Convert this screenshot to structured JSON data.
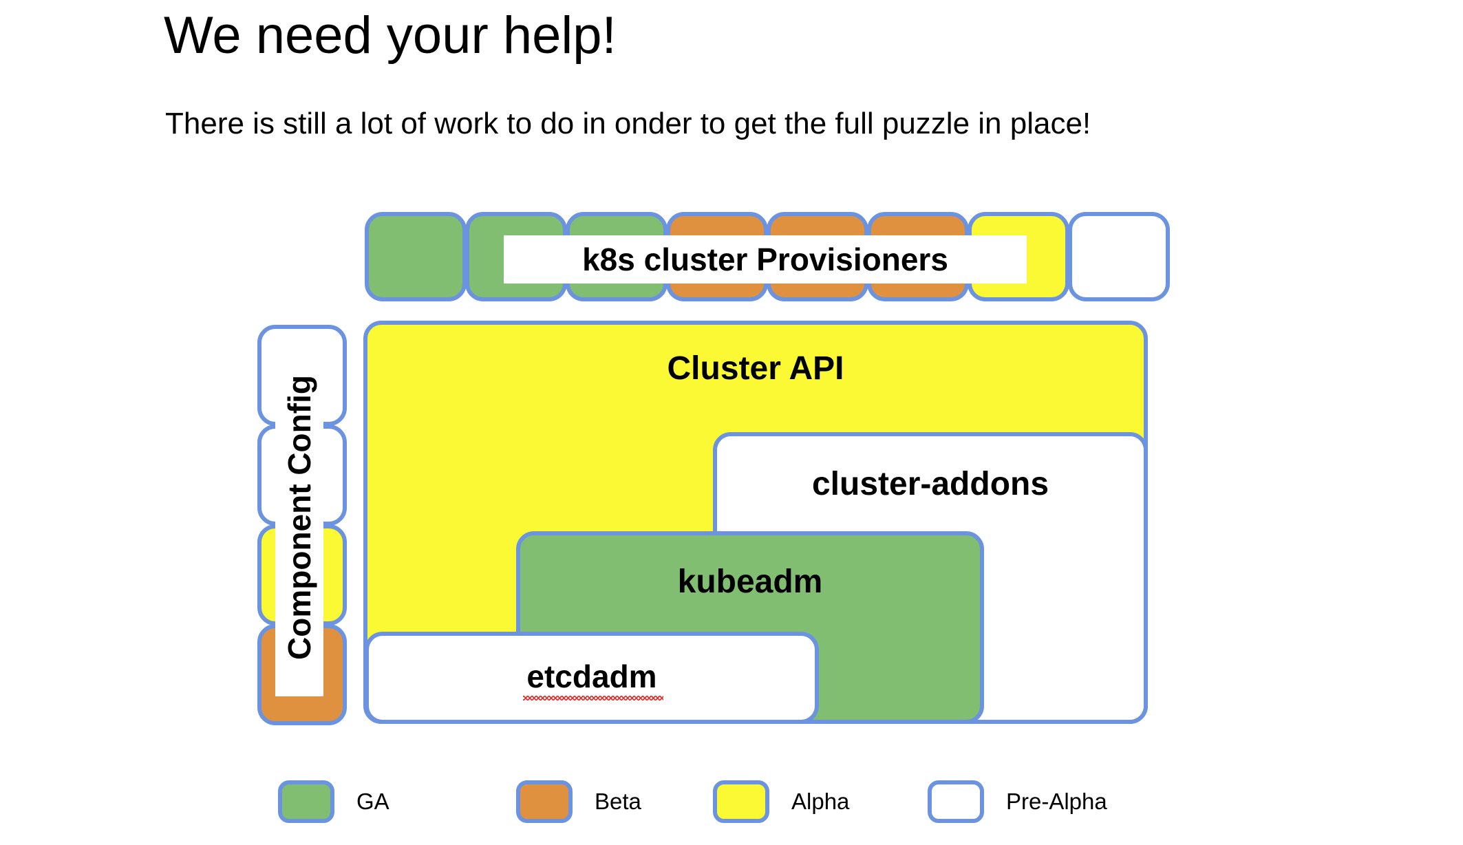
{
  "slide": {
    "title": "We need your help!",
    "subtitle": "There is still a lot of work to do in onder to get the full puzzle in place!"
  },
  "colors": {
    "border": "#6B93E0",
    "ga": "#82BE71",
    "beta": "#E0913F",
    "alpha": "#FBF933",
    "pre_alpha": "#FFFFFF",
    "spellcheck_underline": "#E03030"
  },
  "provisioners_row": {
    "label": "k8s cluster Provisioners",
    "boxes": [
      {
        "status": "GA",
        "fill": "ga"
      },
      {
        "status": "GA",
        "fill": "ga"
      },
      {
        "status": "GA",
        "fill": "ga"
      },
      {
        "status": "Beta",
        "fill": "beta"
      },
      {
        "status": "Beta",
        "fill": "beta"
      },
      {
        "status": "Beta",
        "fill": "beta"
      },
      {
        "status": "Alpha",
        "fill": "alpha"
      },
      {
        "status": "Pre-Alpha",
        "fill": "prealpha"
      }
    ]
  },
  "component_config_column": {
    "label": "Component Config",
    "boxes": [
      {
        "status": "Pre-Alpha",
        "fill": "prealpha"
      },
      {
        "status": "Pre-Alpha",
        "fill": "prealpha"
      },
      {
        "status": "Alpha",
        "fill": "alpha"
      },
      {
        "status": "Beta",
        "fill": "beta"
      }
    ]
  },
  "stack": {
    "cluster_api": {
      "label": "Cluster API",
      "status": "Alpha",
      "fill": "alpha"
    },
    "cluster_addons": {
      "label": "cluster-addons",
      "status": "Pre-Alpha",
      "fill": "prealpha"
    },
    "kubeadm": {
      "label": "kubeadm",
      "status": "GA",
      "fill": "ga"
    },
    "etcdadm": {
      "label": "etcdadm",
      "status": "Pre-Alpha",
      "fill": "prealpha",
      "misspelled": true
    }
  },
  "legend": {
    "items": [
      {
        "label": "GA",
        "fill": "ga"
      },
      {
        "label": "Beta",
        "fill": "beta"
      },
      {
        "label": "Alpha",
        "fill": "alpha"
      },
      {
        "label": "Pre-Alpha",
        "fill": "prealpha"
      }
    ]
  }
}
